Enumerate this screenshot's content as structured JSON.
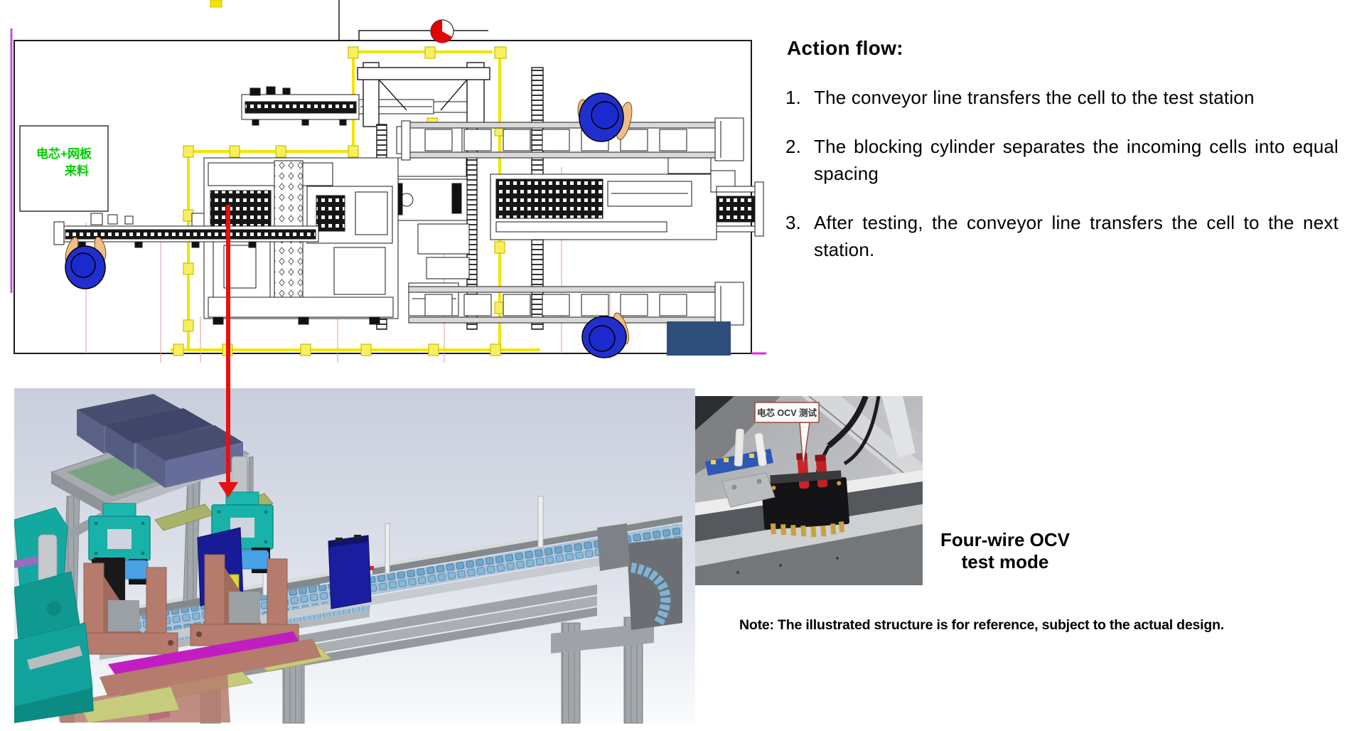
{
  "cad_plan": {
    "incoming_box_label_line1": "电芯+网板",
    "incoming_box_label_line2": "来料",
    "colors": {
      "fence_yellow": "#f2e400",
      "worker_blue": "#2130cc",
      "skin": "#f0bc88",
      "arrow_red": "#e81010",
      "navy_block": "#2e4e7c",
      "label_green": "#00cc00",
      "magenta_accent": "#cc55dd"
    }
  },
  "action_flow": {
    "title": "Action flow:",
    "steps": [
      {
        "num": "1.",
        "text": "The conveyor line transfers the cell to the test station"
      },
      {
        "num": "2.",
        "text": "The blocking cylinder separates the incoming cells into equal spacing"
      },
      {
        "num": "3.",
        "text": "After testing, the conveyor line transfers the cell to the next station."
      }
    ]
  },
  "render_3d": {
    "colors": {
      "teal_module": "#19b2aa",
      "salmon_fixture": "#b57b6d",
      "olive_arm": "#a9b26b",
      "cell_navy": "#191d9e",
      "magenta_plate": "#c11ec1",
      "floor_plate": "#c6cc7c",
      "chain_blue": "#6fa6cc"
    }
  },
  "photo": {
    "callout_label": "电芯 OCV 测试"
  },
  "caption": {
    "line1": "Four-wire OCV",
    "line2": "test mode"
  },
  "note_text": "Note: The illustrated structure is for reference, subject to the actual design."
}
